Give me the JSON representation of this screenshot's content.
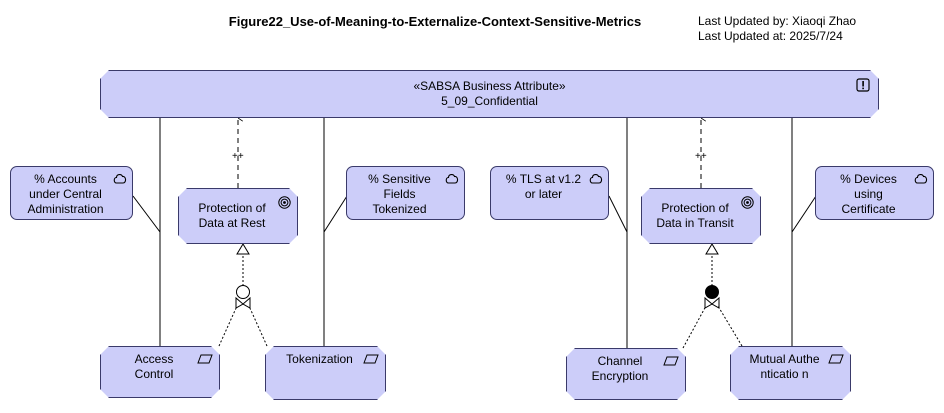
{
  "header": {
    "title": "Figure22_Use-of-Meaning-to-Externalize-Context-Sensitive-Metrics",
    "updated_by": "Last Updated by: Xiaoqi Zhao",
    "updated_at": "Last Updated at: 2025/7/24"
  },
  "attribute": {
    "stereotype": "«SABSA Business Attribute»",
    "name": "5_09_Confidential",
    "icon": "assessment-icon"
  },
  "metrics": [
    {
      "label": "% Accounts under Central Administration",
      "icon": "meaning-icon"
    },
    {
      "label": "% Sensitive Fields Tokenized",
      "icon": "meaning-icon"
    },
    {
      "label": "% TLS at v1.2 or later",
      "icon": "meaning-icon"
    },
    {
      "label": "% Devices using Certificate",
      "icon": "meaning-icon"
    }
  ],
  "goals": [
    {
      "label": "Protection of Data at Rest",
      "icon": "goal-icon"
    },
    {
      "label": "Protection of Data in Transit",
      "icon": "goal-icon"
    }
  ],
  "requirements": [
    {
      "label": "Access Control",
      "icon": "requirement-icon"
    },
    {
      "label": "Tokenization",
      "icon": "requirement-icon"
    },
    {
      "label": "Channel Encryption",
      "icon": "requirement-icon"
    },
    {
      "label": "Mutual Authenticatio n",
      "icon": "requirement-icon"
    }
  ],
  "relations": {
    "influence_left": "++",
    "influence_right": "++",
    "junction_left": "or",
    "junction_right": "and"
  },
  "colors": {
    "element_fill": "#cccdf9",
    "element_stroke": "#3a3a6a",
    "line": "#000000"
  }
}
